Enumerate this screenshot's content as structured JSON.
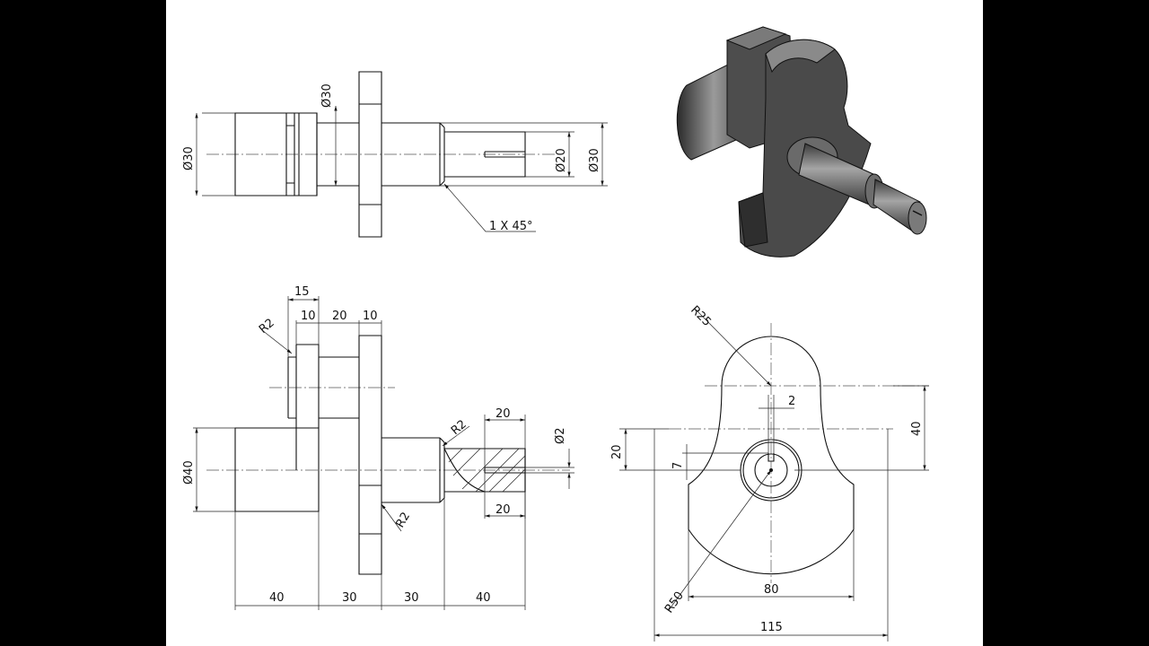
{
  "sheet": {
    "background": "#ffffff",
    "margin_color": "#000000"
  },
  "front_view": {
    "dims": {
      "d_left": "Ø30",
      "d_flange": "Ø30",
      "d_shaft": "Ø20",
      "d_step": "Ø30",
      "chamfer": "1 X 45°"
    }
  },
  "side_view": {
    "dims": {
      "w15": "15",
      "w10a": "10",
      "w20": "20",
      "w10b": "10",
      "r_top": "R2",
      "r_fillet": "R2",
      "r_bottom": "R2",
      "d40": "Ø40",
      "d2": "Ø2",
      "key_top": "20",
      "key_bottom": "20",
      "b40a": "40",
      "b30a": "30",
      "b30b": "30",
      "b40b": "40"
    }
  },
  "profile_view": {
    "dims": {
      "r25": "R25",
      "key2": "2",
      "h20": "20",
      "h7": "7",
      "h40": "40",
      "r50": "R50",
      "w80": "80",
      "w115": "115"
    }
  },
  "iso_view": {
    "fill": "#555555",
    "highlight": "#8a8a8a",
    "shadow": "#2e2e2e"
  }
}
